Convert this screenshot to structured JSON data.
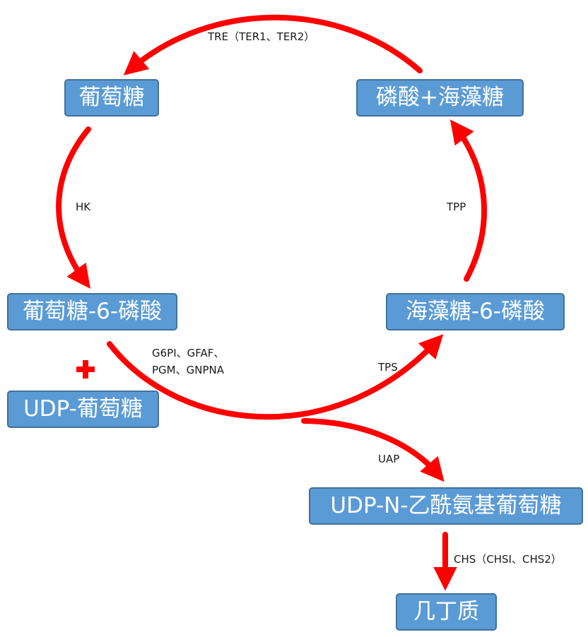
{
  "nodes": {
    "glucose": "葡萄糖",
    "trehalose_phosphate": "磷酸+海藻糖",
    "glucose_6_phosphate": "葡萄糖-6-磷酸",
    "trehalose_6_phosphate": "海藻糖-6-磷酸",
    "udp_glucose": "UDP-葡萄糖",
    "udp_glcnac": "UDP-N-乙酰氨基葡萄糖",
    "chitin": "几丁质"
  },
  "enzymes": {
    "tre": "TRE（TER1、TER2）",
    "hk": "HK",
    "tpp": "TPP",
    "g6pi_line1": "G6PI、GFAF、",
    "g6pi_line2": "PGM、GNPNA",
    "tps": "TPS",
    "uap": "UAP",
    "chs": "CHS（CHSI、CHS2）"
  },
  "colors": {
    "arrow": "#ff0000",
    "node_fill": "#5b9bd5",
    "node_border": "#41719c",
    "node_text": "#ffffff"
  }
}
